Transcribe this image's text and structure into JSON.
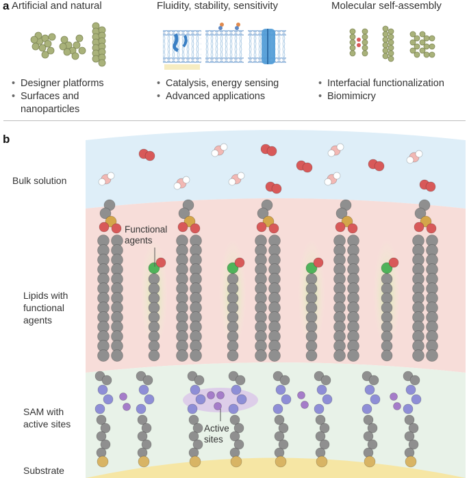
{
  "panel_a": {
    "letter": "a",
    "columns": [
      {
        "title": "Artificial and natural",
        "bullets": [
          "Designer platforms",
          "Surfaces and\nnanoparticles"
        ]
      },
      {
        "title": "Fluidity, stability, sensitivity",
        "bullets": [
          "Catalysis, energy sensing",
          "Advanced applications"
        ]
      },
      {
        "title": "Molecular self-assembly",
        "bullets": [
          "Interfacial functionalization",
          "Biomimicry"
        ]
      }
    ]
  },
  "panel_b": {
    "letter": "b",
    "layers": {
      "bulk": "Bulk solution",
      "lipids": "Lipids with\nfunctional\nagents",
      "sam": "SAM with\nactive sites",
      "substrate": "Substrate"
    },
    "callouts": {
      "functional_agents": "Functional\nagents",
      "active_sites": "Active\nsites"
    }
  },
  "colors": {
    "bulk_bg": "#deeef8",
    "lipid_bg": "#f7ddd9",
    "sam_bg": "#e6f1e6",
    "substrate": "#f6e6a4",
    "chain_gray": "#8f8f8f",
    "oxygen_red": "#d85959",
    "phosphorus": "#d4a64a",
    "nitrogen_blue": "#8e8ed6",
    "active_purple": "#a57cc9",
    "functional_green": "#4fb35a",
    "membrane_blue": "#bcdaf0"
  }
}
